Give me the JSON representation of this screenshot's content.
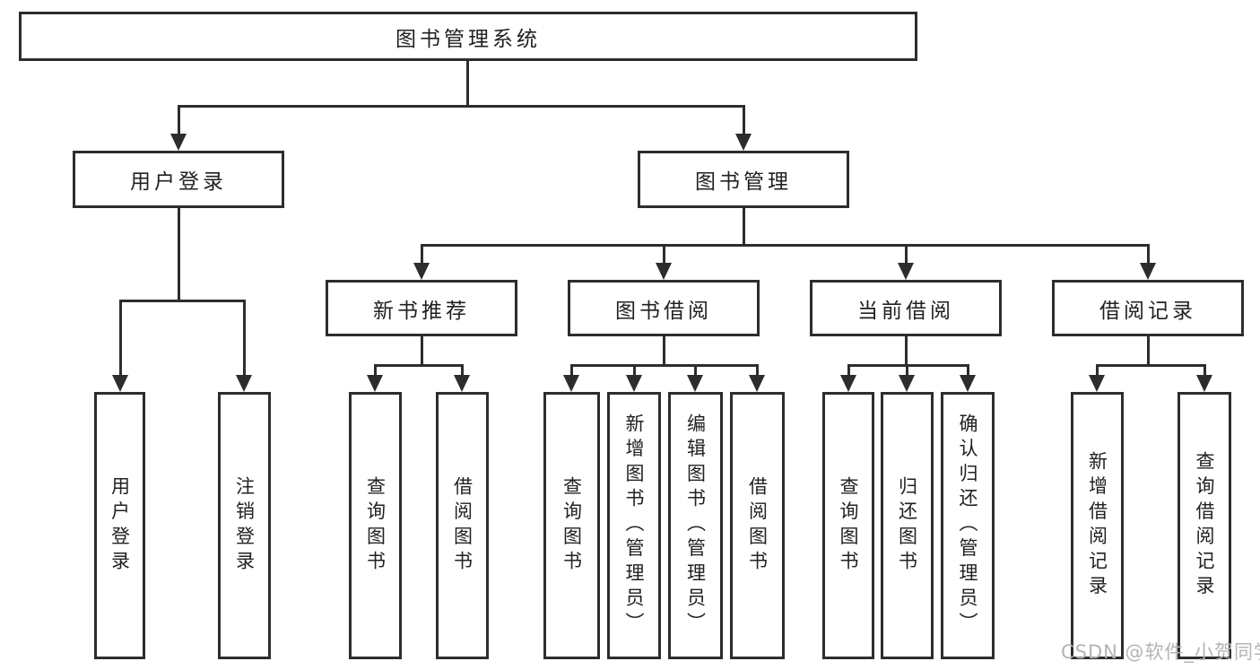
{
  "diagram": {
    "root": {
      "label": "图书管理系统"
    },
    "level2": [
      {
        "label": "用户登录"
      },
      {
        "label": "图书管理"
      }
    ],
    "level3": [
      {
        "label": "新书推荐"
      },
      {
        "label": "图书借阅"
      },
      {
        "label": "当前借阅"
      },
      {
        "label": "借阅记录"
      }
    ],
    "leaves": {
      "user_login": [
        "用户登录",
        "注销登录"
      ],
      "new_book_rec": [
        "查询图书",
        "借阅图书"
      ],
      "book_borrow": [
        "查询图书",
        "新增图书（管理员）",
        "编辑图书（管理员）",
        "借阅图书"
      ],
      "current_borrow": [
        "查询图书",
        "归还图书",
        "确认归还（管理员）"
      ],
      "borrow_records": [
        "新增借阅记录",
        "查询借阅记录"
      ]
    },
    "line_color": "#2d2d2d"
  },
  "watermark": {
    "text": "CSDN @软件_小贺同学"
  }
}
